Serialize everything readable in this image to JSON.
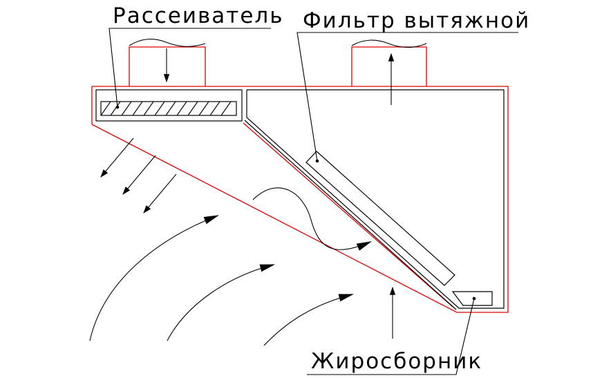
{
  "labels": {
    "diffuser": "Рассеиватель",
    "exhaust_filter": "Фильтр вытяжной",
    "grease_collector": "Жиросборник"
  },
  "colors": {
    "outline": "#000000",
    "hood_body": "#e00000",
    "background": "#ffffff"
  }
}
